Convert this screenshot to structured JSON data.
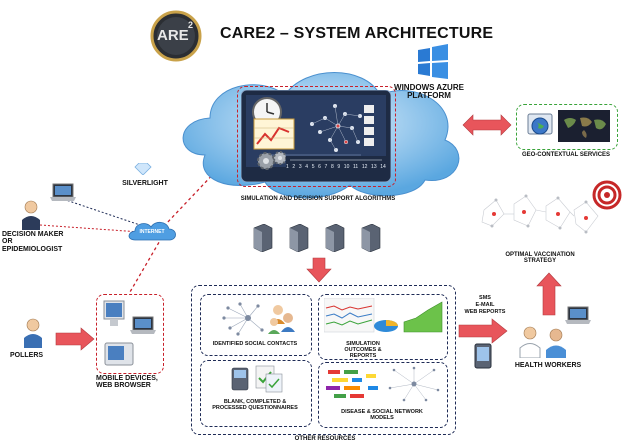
{
  "title": "CARE2 – SYSTEM ARCHITECTURE",
  "logo_text": "ARE",
  "logo_sup": "2",
  "labels": {
    "azure": "WINDOWS AZURE PLATFORM",
    "geo": "GEO-CONTEXTUAL SERVICES",
    "silverlight": "SILVERLIGHT",
    "internet": "INTERNET",
    "simulation": "SIMULATION AND DECISION SUPPORT ALGORITHMS",
    "decision_maker": "DECISION MAKER OR EPIDEMIOLOGIST",
    "pollers": "POLLERS",
    "mobile": "MOBILE DEVICES, WEB BROWSER",
    "social_contacts": "IDENTIFIED SOCIAL CONTACTS",
    "questionnaires": "BLANK, COMPLETED & PROCESSED QUESTIONNAIRES",
    "sim_outcomes": "SIMULATION OUTCOMES & REPORTS",
    "disease_models": "DISEASE & SOCIAL NETWORK MODELS",
    "other_resources": "OTHER RESOURCES",
    "sms": "SMS",
    "email": "E-MAIL",
    "web_reports": "WEB REPORTS",
    "health_workers": "HEALTH WORKERS",
    "vaccination": "OPTIMAL VACCINATION STRATEGY"
  },
  "axis_numbers": [
    "1",
    "2",
    "3",
    "4",
    "5",
    "6",
    "7",
    "8",
    "9",
    "10",
    "11",
    "12",
    "13",
    "14"
  ],
  "colors": {
    "red_dash": "#c8202a",
    "navy_dash": "#1d2a55",
    "green_dash": "#3aa33a",
    "arrow_fill": "#e8555b",
    "cloud": "#6fb3e6"
  },
  "icons": [
    "clock-icon",
    "chart-icon",
    "gears-icon",
    "network-graph-icon",
    "windows-logo-icon",
    "globe-icon",
    "world-map-icon",
    "diamond-icon",
    "cloud-icon",
    "laptop-icon",
    "person-icon",
    "server-icon",
    "monitor-icon",
    "pda-icon",
    "target-icon"
  ]
}
